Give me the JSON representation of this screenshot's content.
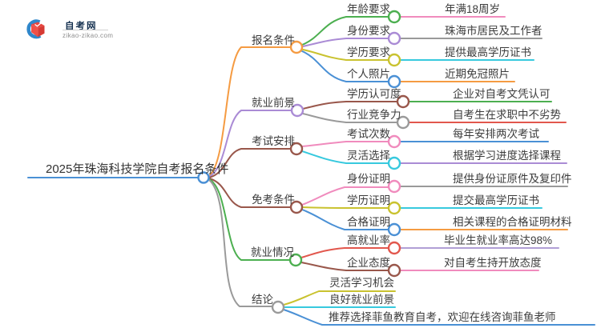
{
  "logo": {
    "site_name": "自考网",
    "site_url": "zikao-zikao.com"
  },
  "central_topic": "2025年珠海科技学院自考报名条件",
  "branches": [
    {
      "label": "报名条件",
      "children": [
        {
          "label": "年龄要求",
          "leaf": "年满18周岁"
        },
        {
          "label": "身份要求",
          "leaf": "珠海市居民及工作者"
        },
        {
          "label": "学历要求",
          "leaf": "提供最高学历证书"
        },
        {
          "label": "个人照片",
          "leaf": "近期免冠照片"
        }
      ]
    },
    {
      "label": "就业前景",
      "children": [
        {
          "label": "学历认可度",
          "leaf": "企业对自考文凭认可"
        },
        {
          "label": "行业竞争力",
          "leaf": "自考生在求职中不劣势"
        }
      ]
    },
    {
      "label": "考试安排",
      "children": [
        {
          "label": "考试次数",
          "leaf": "每年安排两次考试"
        },
        {
          "label": "灵活选择",
          "leaf": "根据学习进度选择课程"
        }
      ]
    },
    {
      "label": "免考条件",
      "children": [
        {
          "label": "身份证明",
          "leaf": "提供身份证原件及复印件"
        },
        {
          "label": "学历证明",
          "leaf": "提交最高学历证书"
        },
        {
          "label": "合格证明",
          "leaf": "相关课程的合格证明材料"
        }
      ]
    },
    {
      "label": "就业情况",
      "children": [
        {
          "label": "高就业率",
          "leaf": "毕业生就业率高达98%"
        },
        {
          "label": "企业态度",
          "leaf": "对自考生持开放态度"
        }
      ]
    },
    {
      "label": "结论",
      "children": [
        {
          "label": "灵活学习机会"
        },
        {
          "label": "良好就业前景"
        },
        {
          "label": "推荐选择菲鱼教育自考，欢迎在线咨询菲鱼老师"
        }
      ]
    }
  ],
  "colors": {
    "blue": "#4a90d5",
    "orange": "#f59b42",
    "green": "#4caf50",
    "purple": "#aa8bd5",
    "olive": "#c9c22f",
    "cyan": "#37c9de",
    "pink": "#f08bbd",
    "gray": "#9a9a9a",
    "brown": "#99574b",
    "red": "#e2574d",
    "lavender": "#b19fd6",
    "logo_blue": "#2f87cb",
    "logo_red": "#e8463f"
  }
}
